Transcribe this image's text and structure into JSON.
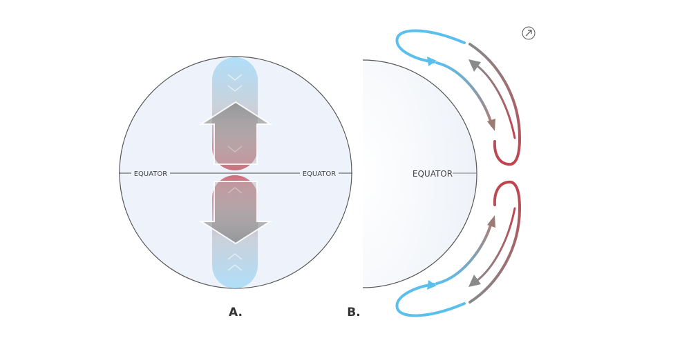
{
  "panel_a": {
    "label": "A.",
    "equator_left": "EQUATOR",
    "equator_right": "EQUATOR"
  },
  "panel_b": {
    "label": "B.",
    "equator": "EQUATOR"
  },
  "colors": {
    "cold": "#5bbfee",
    "warm": "#c0434e",
    "neutral": "#8e8e8e",
    "globe_fill": "#eef3fb",
    "outline": "#555555"
  },
  "icons": {
    "expand": "expand-arrow-icon"
  }
}
